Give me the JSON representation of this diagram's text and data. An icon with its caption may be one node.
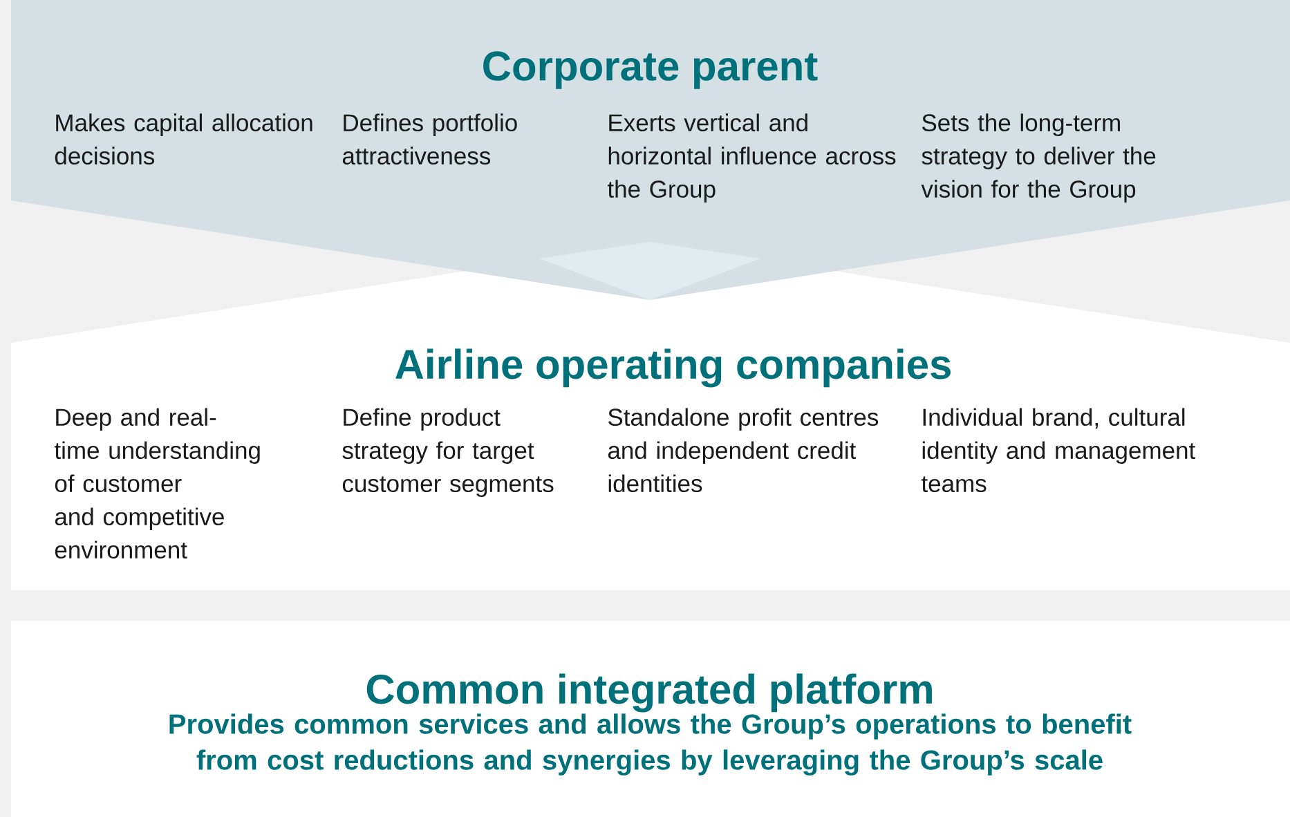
{
  "diagram": {
    "nodes": [
      {
        "text": [
          "Corporate parent",
          "Makes capital allocation decisions",
          "Defines portfolio attractiveness",
          "Exerts vertical and horizontal influence across the Group",
          "Sets the long-term strategy to deliver the vision for the Group"
        ]
      },
      {
        "text": [
          "Airline operating companies",
          "Deep and real-time understanding of customer and competitive environment",
          "Define product strategy for target customer segments",
          "Standalone profit centres and independent credit identities",
          "Individual brand, cultural identity and management teams"
        ]
      },
      {
        "text": [
          "Common integrated platform",
          "Provides common services and allows the Group’s operations to benefit from cost reductions and synergies by leveraging the Group’s scale"
        ]
      }
    ]
  }
}
